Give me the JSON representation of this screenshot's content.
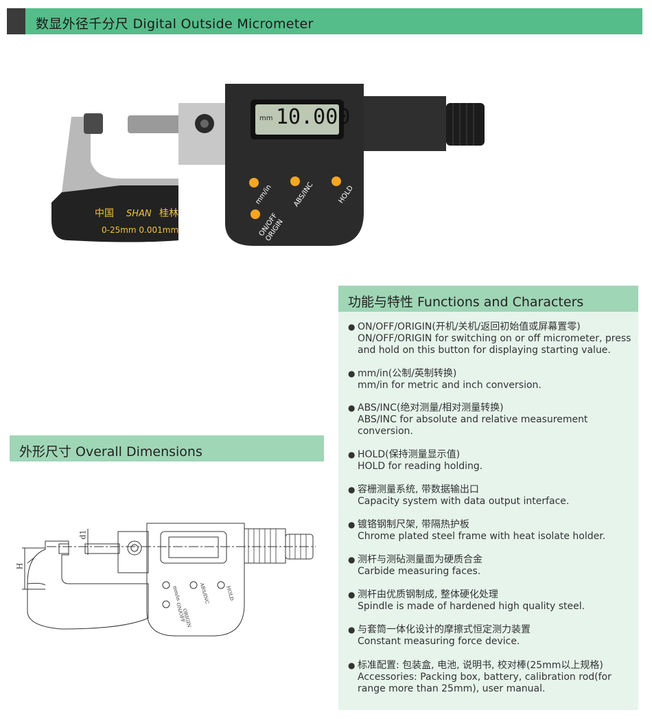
{
  "header": {
    "title": "数显外径千分尺 Digital Outside Micrometer"
  },
  "product": {
    "display_unit": "mm",
    "display_value": "10.000",
    "buttons": {
      "mm_in": "mm/in",
      "abs_inc": "ABS/INC",
      "hold": "HOLD",
      "on_off": "ON/OFF",
      "origin": "ORIGIN"
    },
    "brand_left": "中国",
    "brand_logo": "SHAN",
    "brand_right": "桂林",
    "range": "0-25mm 0.001mm"
  },
  "features": {
    "title": "功能与特性 Functions and Characters",
    "items": [
      {
        "zh": "ON/OFF/ORIGIN(开机/关机/返回初始值或屏幕置零)",
        "en": [
          "ON/OFF/ORIGIN for switching on or off micrometer, press",
          "and hold on this button for displaying starting value."
        ]
      },
      {
        "zh": "mm/in(公制/英制转换)",
        "en": [
          "mm/in for metric and inch conversion."
        ]
      },
      {
        "zh": "ABS/INC(绝对测量/相对测量转换)",
        "en": [
          "ABS/INC for absolute and relative measurement",
          "conversion."
        ]
      },
      {
        "zh": "HOLD(保持测量显示值)",
        "en": [
          "HOLD for reading holding."
        ]
      },
      {
        "zh": "容栅测量系统, 带数据输出口",
        "en": [
          "Capacity system with data output interface."
        ]
      },
      {
        "zh": "镀铬钢制尺架, 带隔热护板",
        "en": [
          "Chrome plated steel frame with heat isolate holder."
        ]
      },
      {
        "zh": "测杆与测砧测量面为硬质合金",
        "en": [
          "Carbide measuring faces."
        ]
      },
      {
        "zh": "测杆由优质钢制成, 整体硬化处理",
        "en": [
          "Spindle is made of hardened high quality steel."
        ]
      },
      {
        "zh": "与套筒一体化设计的摩擦式恒定测力装置",
        "en": [
          "Constant measuring force device."
        ]
      },
      {
        "zh": "标准配置: 包装盒, 电池, 说明书, 校对棒(25mm以上规格)",
        "en": [
          "Accessories: Packing box, battery, calibration rod(for",
          "range more than 25mm), user manual."
        ]
      }
    ]
  },
  "dimensions": {
    "title": "外形尺寸 Overall Dimensions",
    "label_d1": "d1",
    "label_h": "H",
    "btn_mm_in": "mm/in",
    "btn_abs_inc": "ABS/INC",
    "btn_hold": "HOLD",
    "btn_on_off": "ON/OFF",
    "btn_origin": "ORIGIN"
  }
}
